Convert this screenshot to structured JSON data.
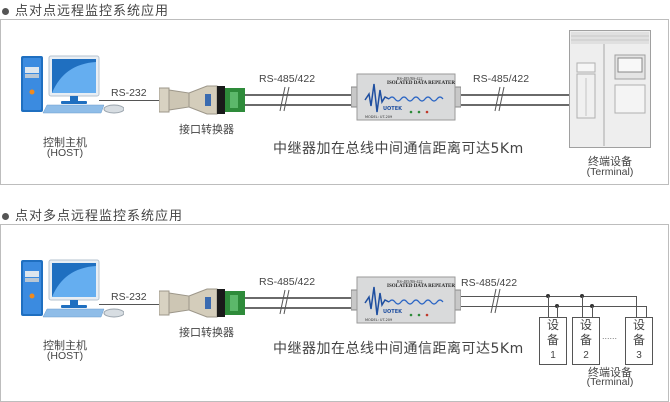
{
  "sections": [
    {
      "title": "点对点远程监控系统应用",
      "host_label": "控制主机",
      "host_sublabel": "(HOST)",
      "link1_label": "RS-232",
      "converter_label": "接口转换器",
      "link2_label": "RS-485/422",
      "link3_label": "RS-485/422",
      "center_caption": "中继器加在总线中间通信距离可达5Km",
      "terminal_label": "终端设备",
      "terminal_sublabel": "(Terminal)"
    },
    {
      "title": "点对多点远程监控系统应用",
      "host_label": "控制主机",
      "host_sublabel": "(HOST)",
      "link1_label": "RS-232",
      "converter_label": "接口转换器",
      "link2_label": "RS-485/422",
      "link3_label": "RS-485/422",
      "center_caption": "中继器加在总线中间通信距离可达5Km",
      "terminal_label": "终端设备",
      "terminal_sublabel": "(Terminal)",
      "devices": [
        {
          "line1": "设",
          "line2": "备",
          "num": "1"
        },
        {
          "line1": "设",
          "line2": "备",
          "num": "2"
        },
        {
          "line1": "设",
          "line2": "备",
          "num": "3"
        }
      ],
      "ellipsis": "......"
    }
  ],
  "repeater": {
    "top_text": "RS-485/RS-422",
    "name_text": "ISOLATED DATA REPEATER",
    "brand": "UOTEK",
    "model_text": "MODEL: UT-209"
  },
  "colors": {
    "pc_blue": "#1f6fc0",
    "converter_green": "#2e8b3a",
    "wire": "#666666",
    "panel_border": "#bdbdbd"
  }
}
